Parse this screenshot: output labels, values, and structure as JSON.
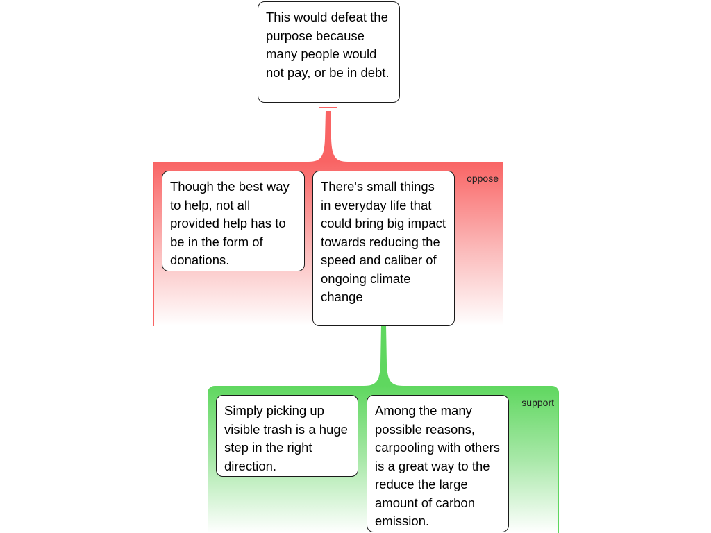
{
  "colors": {
    "oppose": "#f96464",
    "support": "#5fd75f",
    "card_border": "#1a1a1a",
    "card_background": "#ffffff"
  },
  "root": {
    "text": "This would defeat the purpose because many people would not pay, or be in debt."
  },
  "oppose_group": {
    "label": "oppose",
    "items": [
      {
        "text": "Though the best way to help, not all provided help has to be in the form of donations."
      },
      {
        "text": "There's small things in everyday life that could bring big impact towards reducing the speed and caliber of ongoing climate change"
      }
    ]
  },
  "support_group": {
    "label": "support",
    "items": [
      {
        "text": "Simply picking up visible trash is a huge step in the right direction."
      },
      {
        "text": "Among the many possible reasons, carpooling with others is a great way to the reduce the large amount of carbon emission."
      }
    ]
  }
}
